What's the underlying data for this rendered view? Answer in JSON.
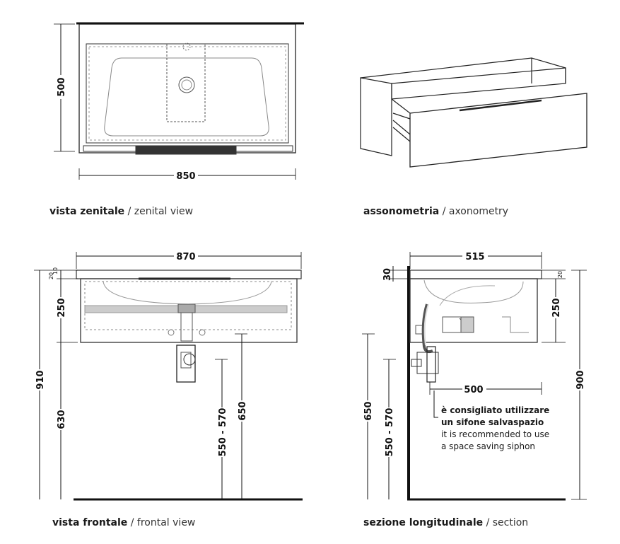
{
  "views": {
    "zenital": {
      "title_it": "vista zenitale",
      "sep": " / ",
      "title_en": "zenital view",
      "width_label": "850",
      "depth_label": "500"
    },
    "axonometry": {
      "title_it": "assonometria",
      "sep": " / ",
      "title_en": "axonometry"
    },
    "frontal": {
      "title_it": "vista frontale",
      "sep": " / ",
      "title_en": "frontal view",
      "width_label": "870",
      "top_a": "10",
      "top_b": "20",
      "drawer_h": "250",
      "total_h": "910",
      "lower_h": "630",
      "siphon_range": "550 - 570",
      "siphon_h": "650"
    },
    "section": {
      "title_it": "sezione longitudinale",
      "sep": " / ",
      "title_en": "section",
      "depth_label": "515",
      "top_thick": "30",
      "top_small": "20",
      "drawer_h": "250",
      "total_h": "900",
      "siphon_depth": "500",
      "left_h": "650",
      "siphon_range": "550 - 570"
    }
  },
  "note": {
    "it_line1": "è consigliato utilizzare",
    "it_line2": "un sifone salvaspazio",
    "en_line1": "it is recommended to use",
    "en_line2": "a space saving siphon"
  }
}
